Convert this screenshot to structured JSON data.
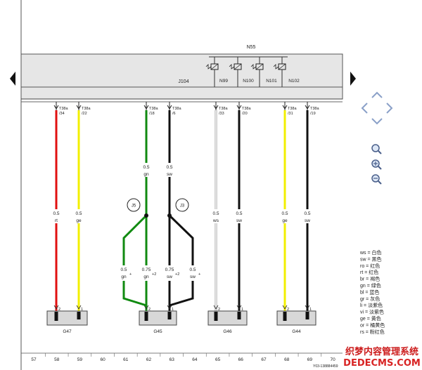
{
  "diagram": {
    "module_label": "N55",
    "control_unit": "J104",
    "valves": [
      "N99",
      "N100",
      "N101",
      "N102"
    ],
    "wires": [
      {
        "pin": "T38a",
        "pin_no": "/34",
        "gauge": "0.5",
        "color_code": "rt",
        "color": "#e01010"
      },
      {
        "pin": "T38a",
        "pin_no": "/22",
        "gauge": "0.5",
        "color_code": "ge",
        "color": "#f2ef00"
      },
      {
        "pin": "T38a",
        "pin_no": "/18",
        "gauge": "0.5",
        "color_code": "gn",
        "color": "#108a10"
      },
      {
        "pin": "T38a",
        "pin_no": "/6",
        "gauge": "0.5",
        "color_code": "sw",
        "color": "#111111"
      },
      {
        "pin": "T38a",
        "pin_no": "/33",
        "gauge": "0.5",
        "color_code": "ws",
        "color": "#cfcfcf"
      },
      {
        "pin": "T38a",
        "pin_no": "/20",
        "gauge": "0.5",
        "color_code": "sw",
        "color": "#111111"
      },
      {
        "pin": "T38a",
        "pin_no": "/31",
        "gauge": "0.5",
        "color_code": "ge",
        "color": "#f2ef00"
      },
      {
        "pin": "T38a",
        "pin_no": "/19",
        "gauge": "0.5",
        "color_code": "sw",
        "color": "#111111"
      }
    ],
    "junctions": [
      "J5",
      "J3"
    ],
    "branch_labels": [
      {
        "gauge": "0.5",
        "code": "gn",
        "mark": "+"
      },
      {
        "gauge": "0.75",
        "code": "gn",
        "mark": "+2"
      },
      {
        "gauge": "0.75",
        "code": "sw",
        "mark": "+2"
      },
      {
        "gauge": "0.5",
        "code": "sw",
        "mark": "+"
      }
    ],
    "sensors": [
      "G47",
      "G45",
      "G46",
      "G44"
    ],
    "connector_pins": [
      "2",
      "1"
    ],
    "ruler": [
      "57",
      "58",
      "59",
      "60",
      "61",
      "62",
      "63",
      "64",
      "65",
      "66",
      "67",
      "68",
      "69",
      "70"
    ],
    "legend": [
      "ws = 白色",
      "sw = 黑色",
      "ro = 红色",
      "rt = 红色",
      "br = 褐色",
      "gn = 绿色",
      "bl = 蓝色",
      "gr = 灰色",
      "li = 淡紫色",
      "vi = 淡紫色",
      "ge = 黄色",
      "or = 橘黄色",
      "rs = 粉红色"
    ]
  },
  "watermark": {
    "title": "织梦内容管理系统",
    "url": "DEDECMS.COM"
  },
  "footer_note": "Y03-138884459",
  "nav": {
    "up": "up-arrow-icon",
    "down": "down-arrow-icon",
    "left": "left-arrow-icon",
    "right": "right-arrow-icon"
  },
  "zoom": [
    "magnifier-icon",
    "zoom-in-icon",
    "zoom-out-icon"
  ]
}
